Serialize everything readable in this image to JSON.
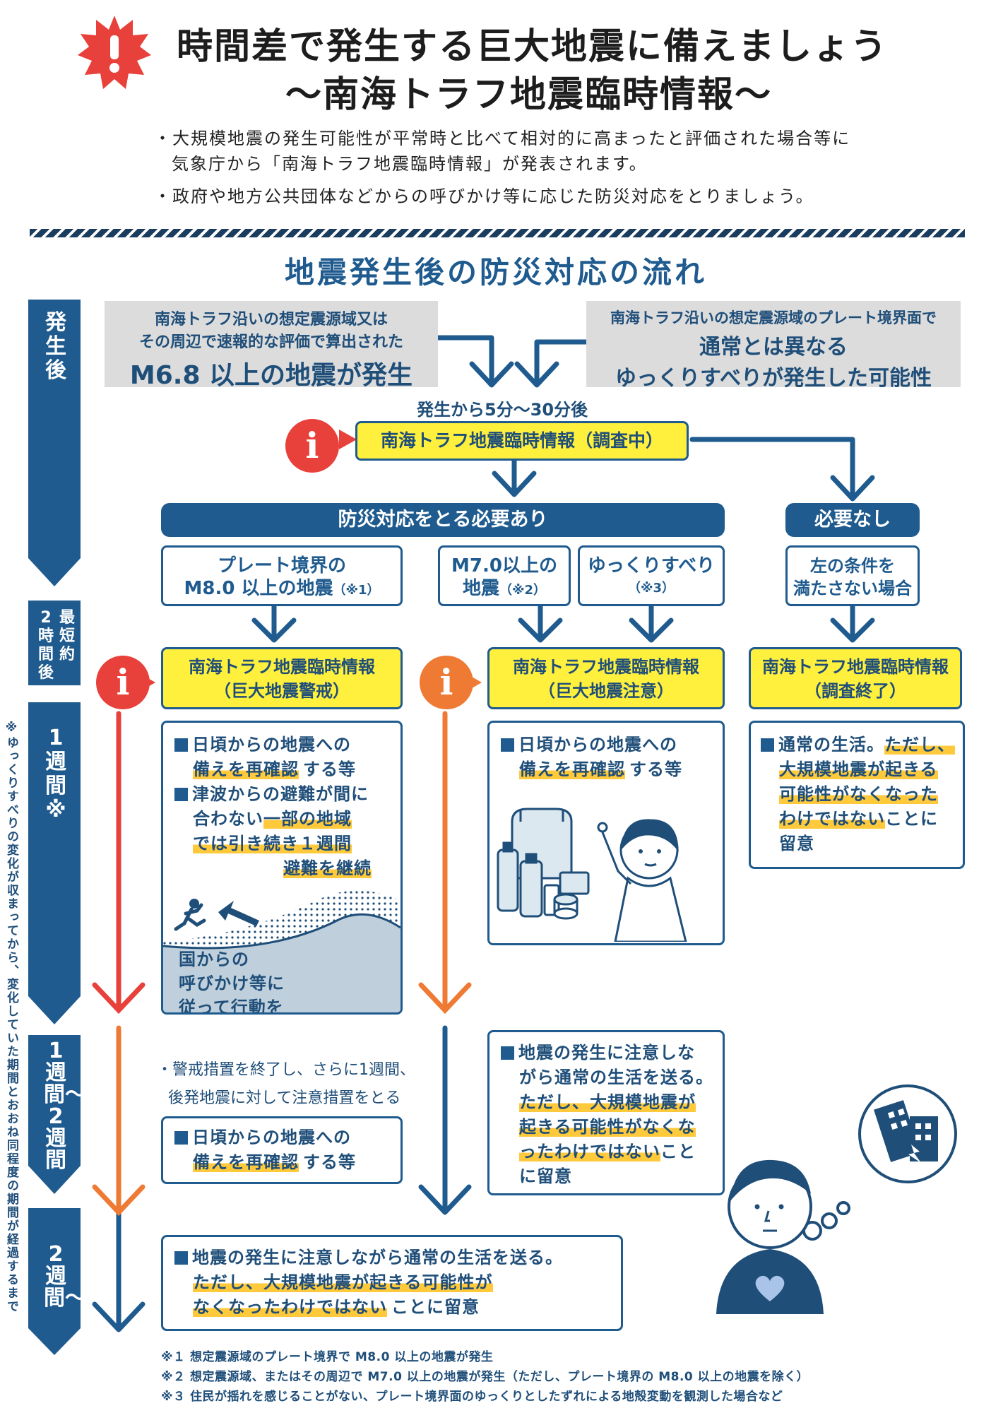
{
  "header": {
    "title_line1": "時間差で発生する巨大地震に備えましょう",
    "title_line2": "〜南海トラフ地震臨時情報〜",
    "bullet1_line1": "・大規模地震の発生可能性が平常時と比べて相対的に高まったと評価された場合等に",
    "bullet1_line2": "気象庁から「南海トラフ地震臨時情報」が発表されます。",
    "bullet2": "・政府や地方公共団体などからの呼びかけ等に応じた防災対応をとりましょう。"
  },
  "section_title": "地震発生後の防災対応の流れ",
  "timeline": {
    "after": "発生後",
    "shortest_a": "最短約",
    "shortest_b": "2時間後",
    "week1": "1週間※",
    "week1_2": "1週間〜2週間",
    "week2": "2週間〜"
  },
  "vertical_note": "※ゆっくりすべりの変化が収まってから、変化していた期間とおおね同程度の期間が経過するまで",
  "triggers": {
    "left_line1": "南海トラフ沿いの想定震源域又は",
    "left_line2": "その周辺で速報的な評価で算出された",
    "left_big": "M6.8 以上の地震が発生",
    "right_line1": "南海トラフ沿いの想定震源域のプレート境界面で",
    "right_big1": "通常とは異なる",
    "right_big2": "ゆっくりすべりが発生した可能性"
  },
  "time_label": "発生から5分〜30分後",
  "info_investigating": "南海トラフ地震臨時情報（調査中）",
  "response_needed": "防災対応をとる必要あり",
  "not_needed": "必要なし",
  "conditions": {
    "c1_line1": "プレート境界の",
    "c1_line2": "M8.0 以上の地震",
    "c1_note": "（※1）",
    "c2_line1": "M7.0以上の",
    "c2_line2": "地震",
    "c2_note": "（※2）",
    "c3_line1": "ゆっくりすべり",
    "c3_note": "（※3）",
    "c4_line1": "左の条件を",
    "c4_line2": "満たさない場合"
  },
  "info_boxes": {
    "warning_line1": "南海トラフ地震臨時情報",
    "warning_line2": "（巨大地震警戒）",
    "caution_line1": "南海トラフ地震臨時情報",
    "caution_line2": "（巨大地震注意）",
    "end_line1": "南海トラフ地震臨時情報",
    "end_line2": "（調査終了）"
  },
  "panel_warning": {
    "a1": "日頃からの",
    "a2": "地震への",
    "a3": "備えを再確認",
    "a4": "する等",
    "b1": "津波からの避難が間に",
    "b2": "合わない",
    "b3": "一部の地域",
    "b4": "では引き続き１週間",
    "b5": "避難を継続",
    "gov1": "国からの",
    "gov2": "呼びかけ等に",
    "gov3": "従って行動を"
  },
  "panel_caution": {
    "a1": "日頃からの地震への",
    "a2": "備えを再確認",
    "a3": "する等"
  },
  "panel_end": {
    "l1a": "通常の生活。",
    "l1b": "ただし、",
    "l2": "大規模地震が起きる",
    "l3": "可能性がなくなった",
    "l4a": "わけではない",
    "l4b": "ことに",
    "l5": "留意"
  },
  "week2_left": {
    "note1": "・警戒措置を終了し、さらに1週間、",
    "note2": "後発地震に対して注意措置をとる",
    "a1": "日頃からの地震への",
    "a2": "備えを再確認",
    "a3": "する等"
  },
  "week2_right": {
    "l1": "地震の発生に注意しな",
    "l2": "がら通常の生活を送る。",
    "l3": "ただし、大規模地震が",
    "l4": "起きる可能性がなくな",
    "l5a": "ったわけではない",
    "l5b": "こと",
    "l6": "に留意"
  },
  "final_panel": {
    "l1": "地震の発生に注意しながら通常の生活を送る。",
    "l2": "ただし、大規模地震が起きる可能性が",
    "l3a": "なくなったわけではない",
    "l3b": "ことに留意"
  },
  "footnotes": {
    "n1": "※１ 想定震源域のプレート境界で M8.0 以上の地震が発生",
    "n2": "※２ 想定震源域、またはその周辺で M7.0 以上の地震が発生（ただし、プレート境界の M8.0 以上の地震を除く）",
    "n3": "※３ 住民が揺れを感じることがない、プレート境界面のゆっくりとしたずれによる地殻変動を観測した場合など"
  },
  "colors": {
    "navy": "#1f5b8e",
    "yellow": "#fff03d",
    "red": "#e8403a",
    "orange": "#ee7a33",
    "highlight": "#ffc93c",
    "gray": "#dcdcdc"
  }
}
